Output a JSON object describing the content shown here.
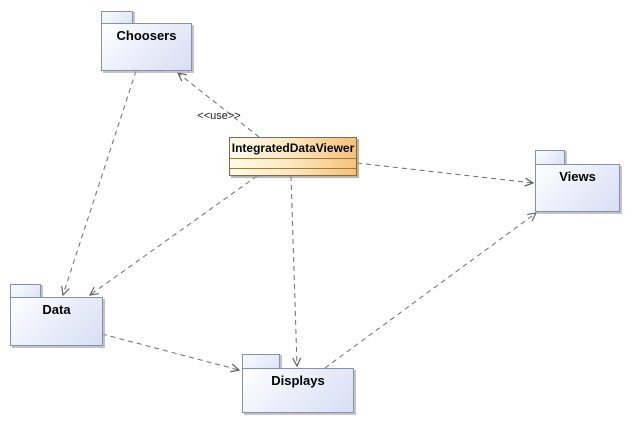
{
  "diagram": {
    "kind": "uml-package-dependency-diagram",
    "nodes": {
      "choosers": {
        "label": "Choosers",
        "type": "package"
      },
      "integratedDataViewer": {
        "label": "IntegratedDataViewer",
        "type": "class"
      },
      "views": {
        "label": "Views",
        "type": "package"
      },
      "data": {
        "label": "Data",
        "type": "package"
      },
      "displays": {
        "label": "Displays",
        "type": "package"
      }
    },
    "edges": [
      {
        "from": "IntegratedDataViewer",
        "to": "Choosers",
        "label": "<<use>>",
        "style": "dashed-open-arrow"
      },
      {
        "from": "Choosers",
        "to": "Data",
        "label": "",
        "style": "dashed-open-arrow"
      },
      {
        "from": "IntegratedDataViewer",
        "to": "Data",
        "label": "",
        "style": "dashed-open-arrow"
      },
      {
        "from": "IntegratedDataViewer",
        "to": "Views",
        "label": "",
        "style": "dashed-open-arrow"
      },
      {
        "from": "IntegratedDataViewer",
        "to": "Displays",
        "label": "",
        "style": "dashed-open-arrow"
      },
      {
        "from": "Data",
        "to": "Displays",
        "label": "",
        "style": "dashed-open-arrow"
      },
      {
        "from": "Displays",
        "to": "Views",
        "label": "",
        "style": "dashed-open-arrow"
      }
    ],
    "colors": {
      "background": "#ffffff",
      "package_fill_light": "#feffff",
      "package_fill_dark": "#d8def3",
      "package_border": "#8690a8",
      "class_fill_left": "#fffbe9",
      "class_fill_right": "#f5c27b",
      "class_border": "#8a6a2e",
      "edge_line": "#6e6e6e",
      "shadow": "#a5a5aa"
    }
  }
}
